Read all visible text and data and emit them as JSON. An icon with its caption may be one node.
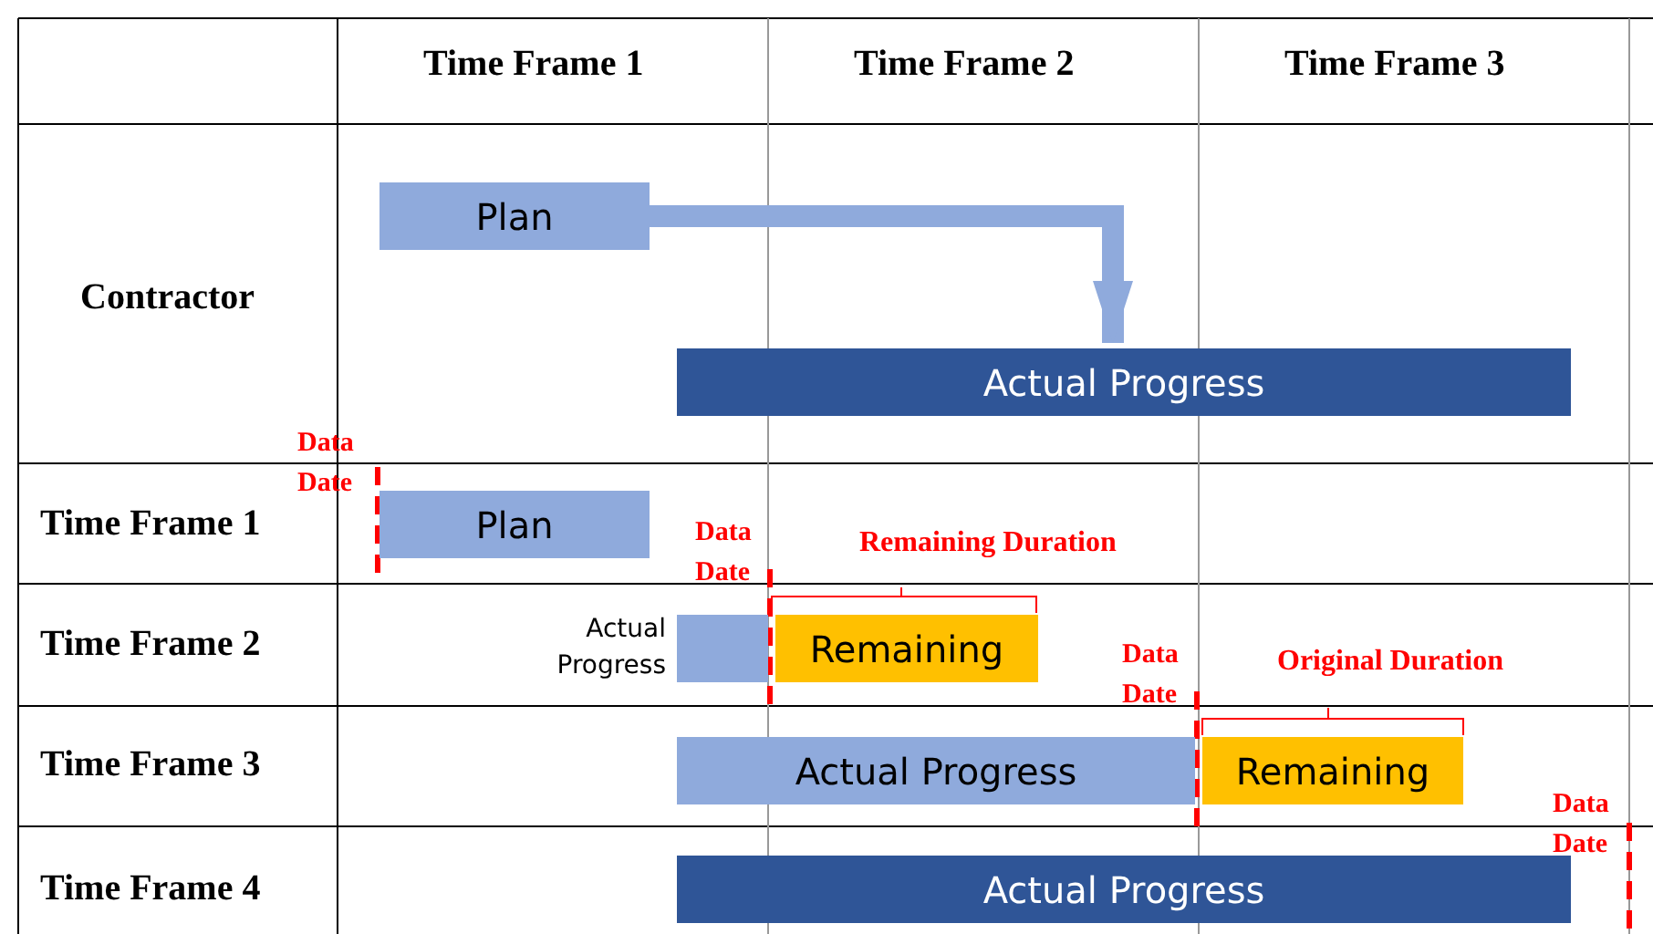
{
  "diagram": {
    "nodes": [
      {
        "text": [
          "Plan"
        ]
      },
      {
        "text": [
          "Actual Progress"
        ]
      },
      {
        "text": [
          "Plan"
        ]
      },
      {
        "text": [],
        "shape": "bar",
        "beside": [
          "Actual Progress"
        ]
      },
      {
        "text": [
          "Remaining"
        ]
      },
      {
        "text": [
          "Actual Progress"
        ]
      },
      {
        "text": [
          "Remaining"
        ]
      },
      {
        "text": [
          "Actual Progress"
        ]
      }
    ],
    "edges": [
      {
        "from": 0,
        "to": 1,
        "arrow": "to"
      }
    ],
    "labels": [
      "Time Frame 1",
      "Time Frame 2",
      "Time Frame 3",
      "Contractor",
      "Data Date",
      "Time Frame 1",
      "Data Date",
      "Remaining Duration",
      "Time Frame 2",
      "Data Date",
      "Original Duration",
      "Time Frame 3",
      "Data Date",
      "Time Frame 4"
    ]
  }
}
